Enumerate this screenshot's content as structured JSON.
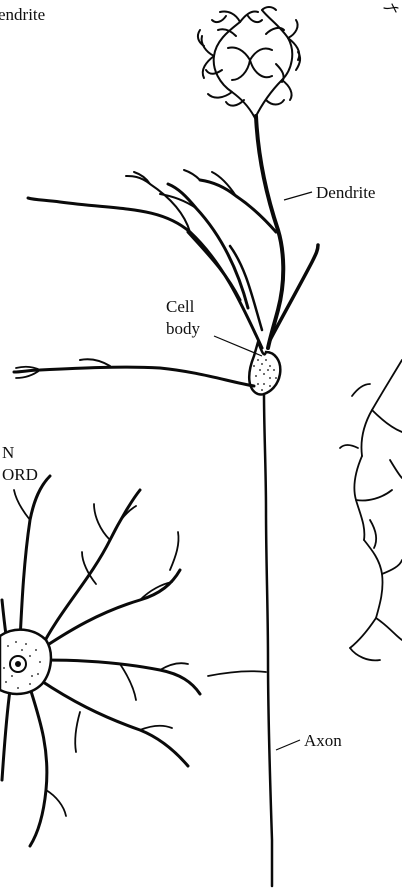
{
  "labels": {
    "top_left_fragment": "endrite",
    "dendrite": "Dendrite",
    "cell_body_line1": "Cell",
    "cell_body_line2": "body",
    "axon": "Axon",
    "left_fragment_line1": "N",
    "left_fragment_line2": "ORD"
  },
  "colors": {
    "ink": "#0a0a0a",
    "paper": "#ffffff"
  }
}
